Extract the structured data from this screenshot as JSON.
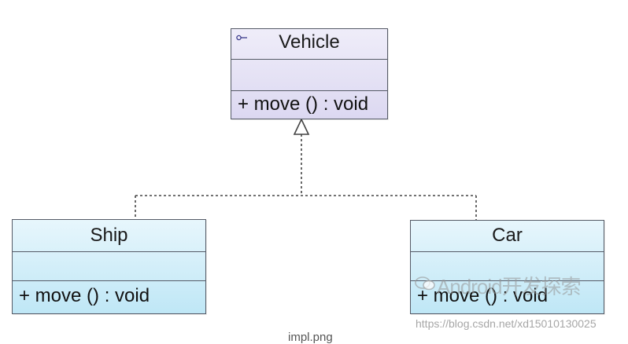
{
  "diagram": {
    "parent": {
      "name": "Vehicle",
      "stereotype_icon": "interface-lollipop-icon",
      "operation": "+ move () : void"
    },
    "children": [
      {
        "name": "Ship",
        "operation": "+ move () : void"
      },
      {
        "name": "Car",
        "operation": "+ move () : void"
      }
    ],
    "relation": "realization",
    "colors": {
      "parent_fill": "#dcd8f1",
      "child_fill": "#bfe7f6",
      "border": "#555a66"
    }
  },
  "watermark": {
    "text": "Android开发探索",
    "url": "https://blog.csdn.net/xd15010130025"
  },
  "caption": "impl.png"
}
